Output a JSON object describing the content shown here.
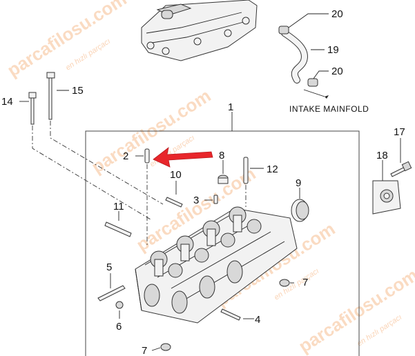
{
  "diagram": {
    "note_label": "INTAKE MAINFOLD",
    "callouts": [
      "1",
      "2",
      "3",
      "4",
      "5",
      "6",
      "7",
      "7",
      "8",
      "9",
      "10",
      "11",
      "12",
      "14",
      "15",
      "17",
      "18",
      "19",
      "20",
      "20"
    ],
    "watermark": {
      "brand": "parcafilosu.com",
      "tagline": "en hızlı parçacı"
    },
    "colors": {
      "arrow": "#e8262b",
      "watermark": "#f6b07a",
      "line": "#333333"
    }
  }
}
